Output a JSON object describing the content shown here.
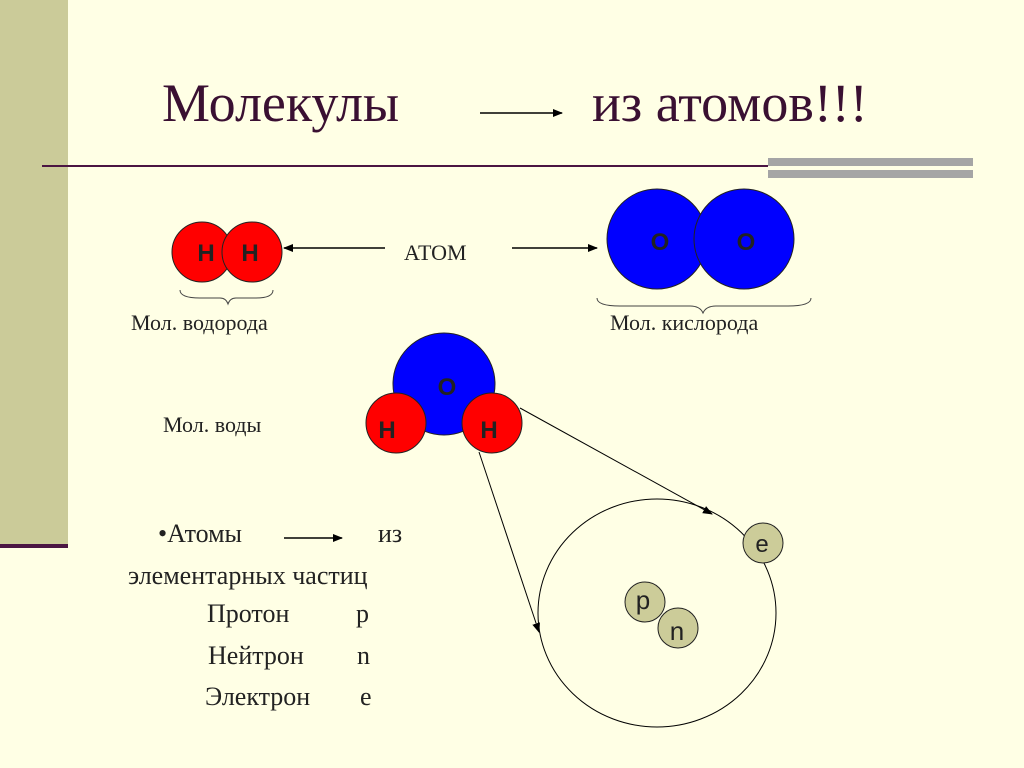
{
  "title": {
    "left": "Молекулы",
    "right": "из атомов!!!"
  },
  "labels": {
    "atom": "АТОМ",
    "hydrogen_molecule": "Мол. водорода",
    "oxygen_molecule": "Мол. кислорода",
    "water_molecule": "Мол. воды"
  },
  "atoms": {
    "hydrogen": "H",
    "oxygen": "O"
  },
  "particles": {
    "electron": "e",
    "proton": "p",
    "neutron": "n"
  },
  "bullet": {
    "atoms": "•Атомы",
    "from": "из",
    "elementary": "элементарных частиц",
    "proton_name": "Протон",
    "proton_sym": "p",
    "neutron_name": "Нейтрон",
    "neutron_sym": "n",
    "electron_name": "Электрон",
    "electron_sym": "e"
  },
  "colors": {
    "hydrogen": "#FF0000",
    "oxygen": "#0000FF",
    "particle": "#CCCC99",
    "accent": "#4B1542"
  }
}
